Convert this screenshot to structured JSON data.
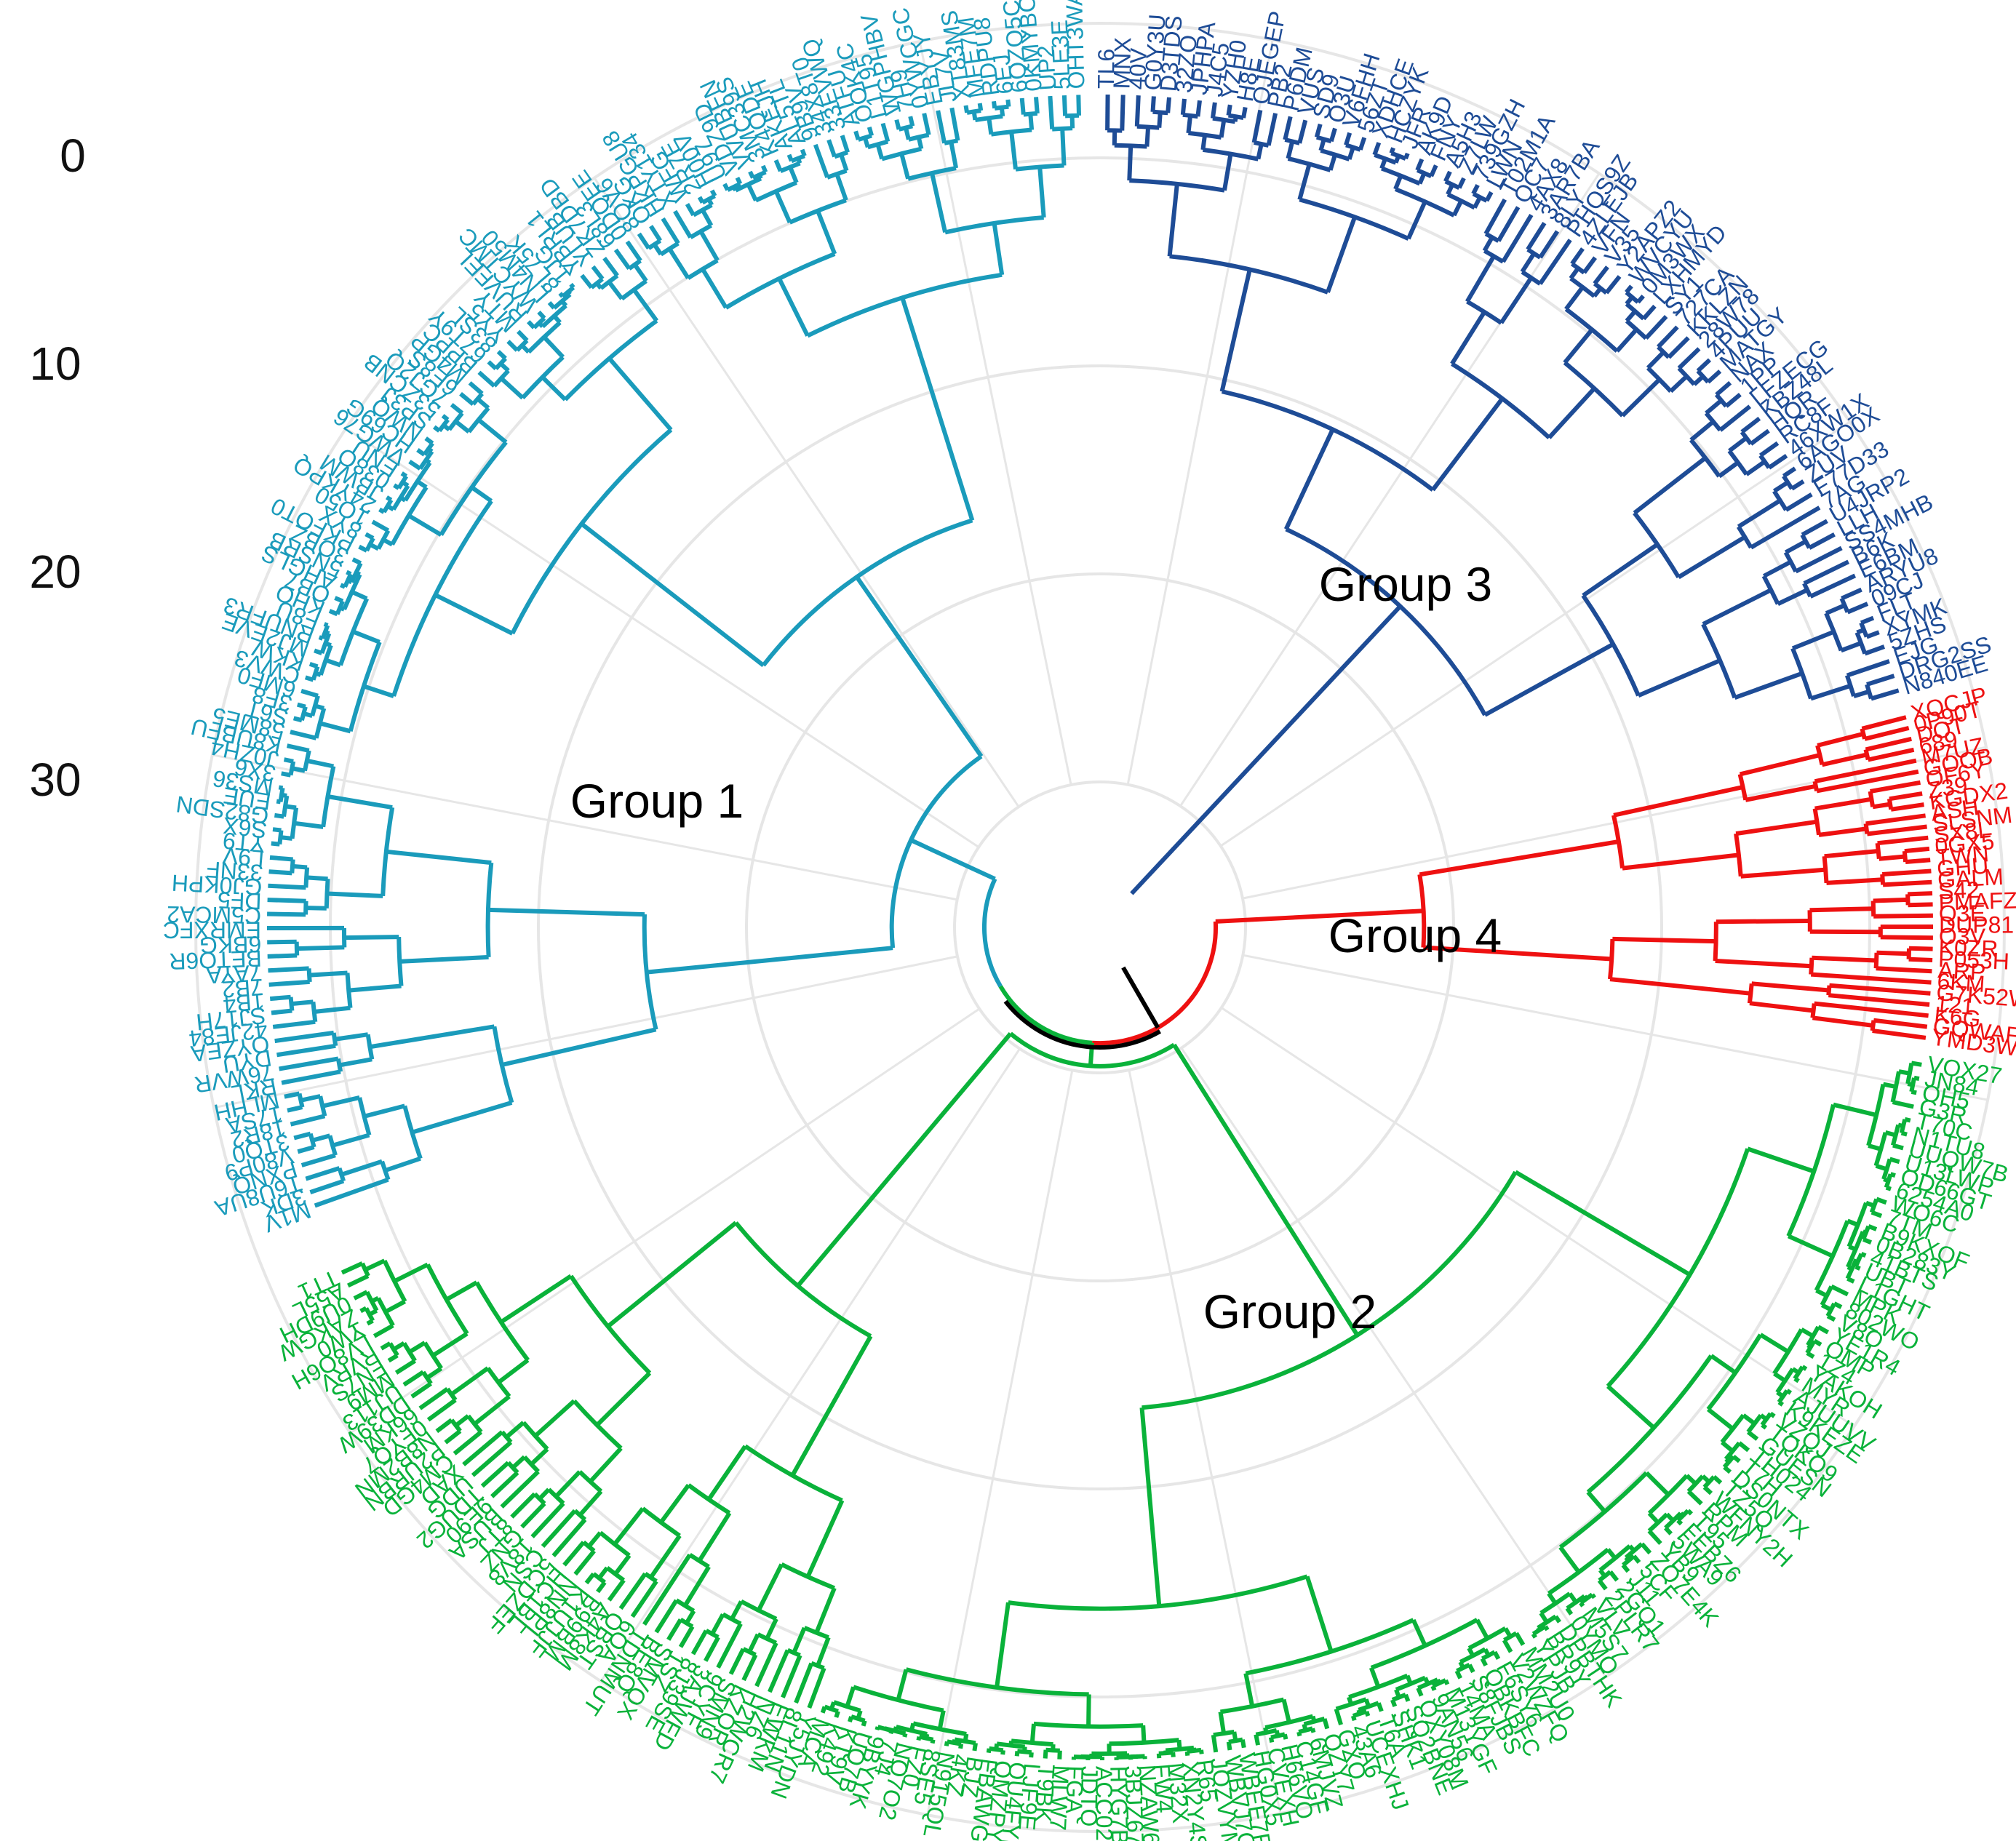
{
  "chart_data": {
    "type": "circular-dendrogram",
    "radial_axis": {
      "tick_labels": [
        "0",
        "10",
        "20",
        "30"
      ],
      "range": [
        0,
        36
      ]
    },
    "grid": true,
    "spokes": 16,
    "root": {
      "color": "#000000"
    },
    "groups": [
      {
        "name": "Group 1",
        "color": "#1a9bbb",
        "start_deg": -110,
        "end_deg": -1,
        "branch_height": 27,
        "leaves": 112
      },
      {
        "name": "Group 3",
        "color": "#1e4c96",
        "start_deg": 0,
        "end_deg": 74,
        "branch_height": 17,
        "leaves": 70
      },
      {
        "name": "Group 4",
        "color": "#ee1111",
        "start_deg": 75,
        "end_deg": 98,
        "branch_height": 22,
        "leaves": 30
      },
      {
        "name": "Group 2",
        "color": "#0ab23a",
        "start_deg": 99,
        "end_deg": 246,
        "branch_height": 30,
        "leaves": 150
      }
    ]
  }
}
